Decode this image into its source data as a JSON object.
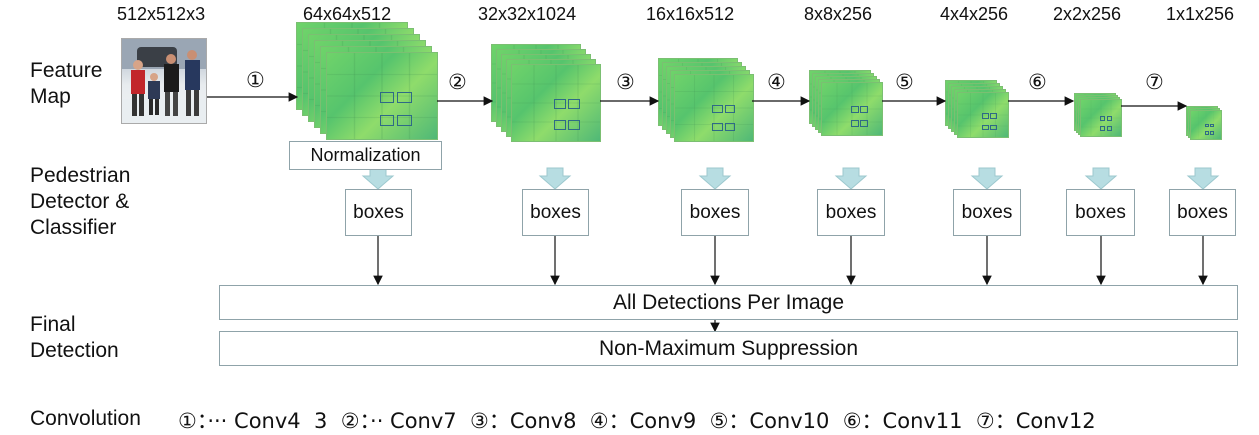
{
  "dims": [
    "512x512x3",
    "64x64x512",
    "32x32x1024",
    "16x16x512",
    "8x8x256",
    "4x4x256",
    "2x2x256",
    "1x1x256"
  ],
  "row_labels": {
    "feature_map": [
      "Feature",
      "Map"
    ],
    "detector": [
      "Pedestrian",
      "Detector &",
      "Classifier"
    ],
    "final": [
      "Final",
      "Detection"
    ],
    "convolution": "Convolution"
  },
  "steps": [
    "①",
    "②",
    "③",
    "④",
    "⑤",
    "⑥",
    "⑦"
  ],
  "normalization": "Normalization",
  "boxes_label": "boxes",
  "all_detections": "All Detections Per Image",
  "nms": "Non-Maximum Suppression",
  "legend": "①：··· Conv4  3  ②：·· Conv7  ③：Conv8  ④：Conv9  ⑤：Conv10  ⑥：Conv11  ⑦：Conv12"
}
